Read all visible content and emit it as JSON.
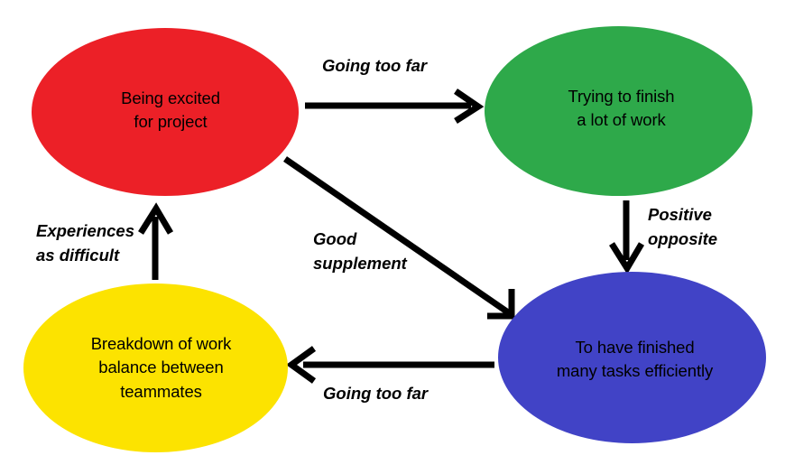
{
  "diagram": {
    "type": "cycle-diagram",
    "background_color": "#ffffff",
    "nodes": [
      {
        "id": "red",
        "label": "Being excited\nfor project",
        "color": "#ec2027",
        "icon": "ellipse-shape"
      },
      {
        "id": "green",
        "label": "Trying to finish\na lot of work",
        "color": "#2ea94a",
        "icon": "ellipse-shape"
      },
      {
        "id": "blue",
        "label": "To have finished\nmany tasks efficiently",
        "color": "#4143c6",
        "icon": "ellipse-shape"
      },
      {
        "id": "yellow",
        "label": "Breakdown of work\nbalance between\nteammates",
        "color": "#fce300",
        "icon": "ellipse-shape"
      }
    ],
    "edges": [
      {
        "id": "red-to-green",
        "from": "red",
        "to": "green",
        "label": "Going too far",
        "color": "#000000",
        "direction": "right"
      },
      {
        "id": "green-to-blue",
        "from": "green",
        "to": "blue",
        "label": "Positive\nopposite",
        "color": "#000000",
        "direction": "down"
      },
      {
        "id": "blue-to-yellow",
        "from": "blue",
        "to": "yellow",
        "label": "Going too far",
        "color": "#000000",
        "direction": "left"
      },
      {
        "id": "yellow-to-red",
        "from": "yellow",
        "to": "red",
        "label": "Experiences\nas difficult",
        "color": "#000000",
        "direction": "up"
      },
      {
        "id": "red-to-blue",
        "from": "red",
        "to": "blue",
        "label": "Good\nsupplement",
        "color": "#000000",
        "direction": "diagonal-down-right"
      }
    ]
  }
}
